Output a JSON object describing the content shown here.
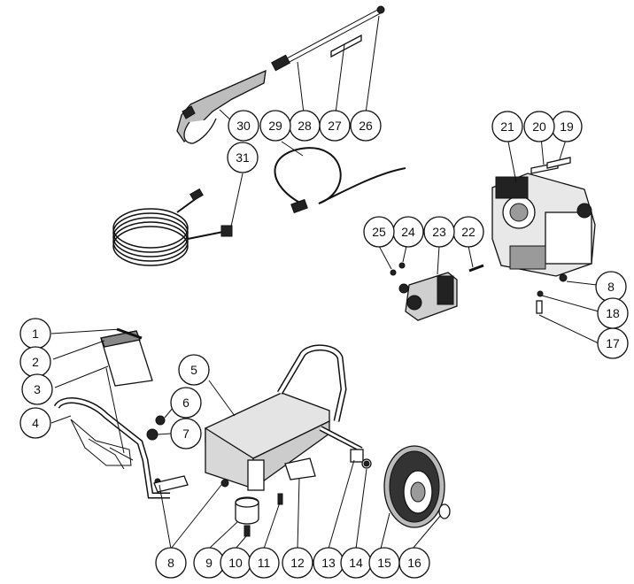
{
  "diagram": {
    "type": "exploded-parts-view",
    "callouts": [
      "1",
      "2",
      "3",
      "4",
      "5",
      "6",
      "7",
      "8",
      "9",
      "10",
      "11",
      "12",
      "13",
      "14",
      "15",
      "16",
      "17",
      "18",
      "19",
      "20",
      "21",
      "22",
      "23",
      "24",
      "25",
      "26",
      "27",
      "28",
      "29",
      "30",
      "31"
    ]
  },
  "colors": {
    "ink": "#111111",
    "paper": "#ffffff",
    "shade": "#9a9a9a"
  }
}
